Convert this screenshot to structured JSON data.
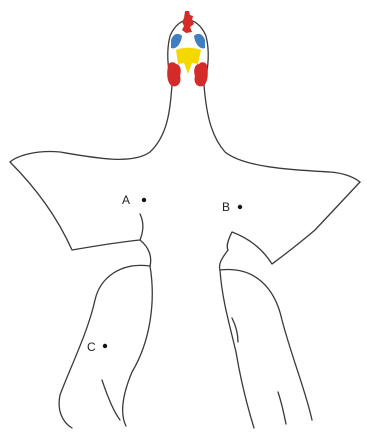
{
  "colors": {
    "outline": "#3a3a3a",
    "comb": "#d42a2a",
    "wattles": "#d42a2a",
    "beak": "#f5d800",
    "eye_patch": "#3f7fc0",
    "dot": "#111111"
  },
  "points": [
    {
      "label": "A"
    },
    {
      "label": "B"
    },
    {
      "label": "C"
    }
  ]
}
